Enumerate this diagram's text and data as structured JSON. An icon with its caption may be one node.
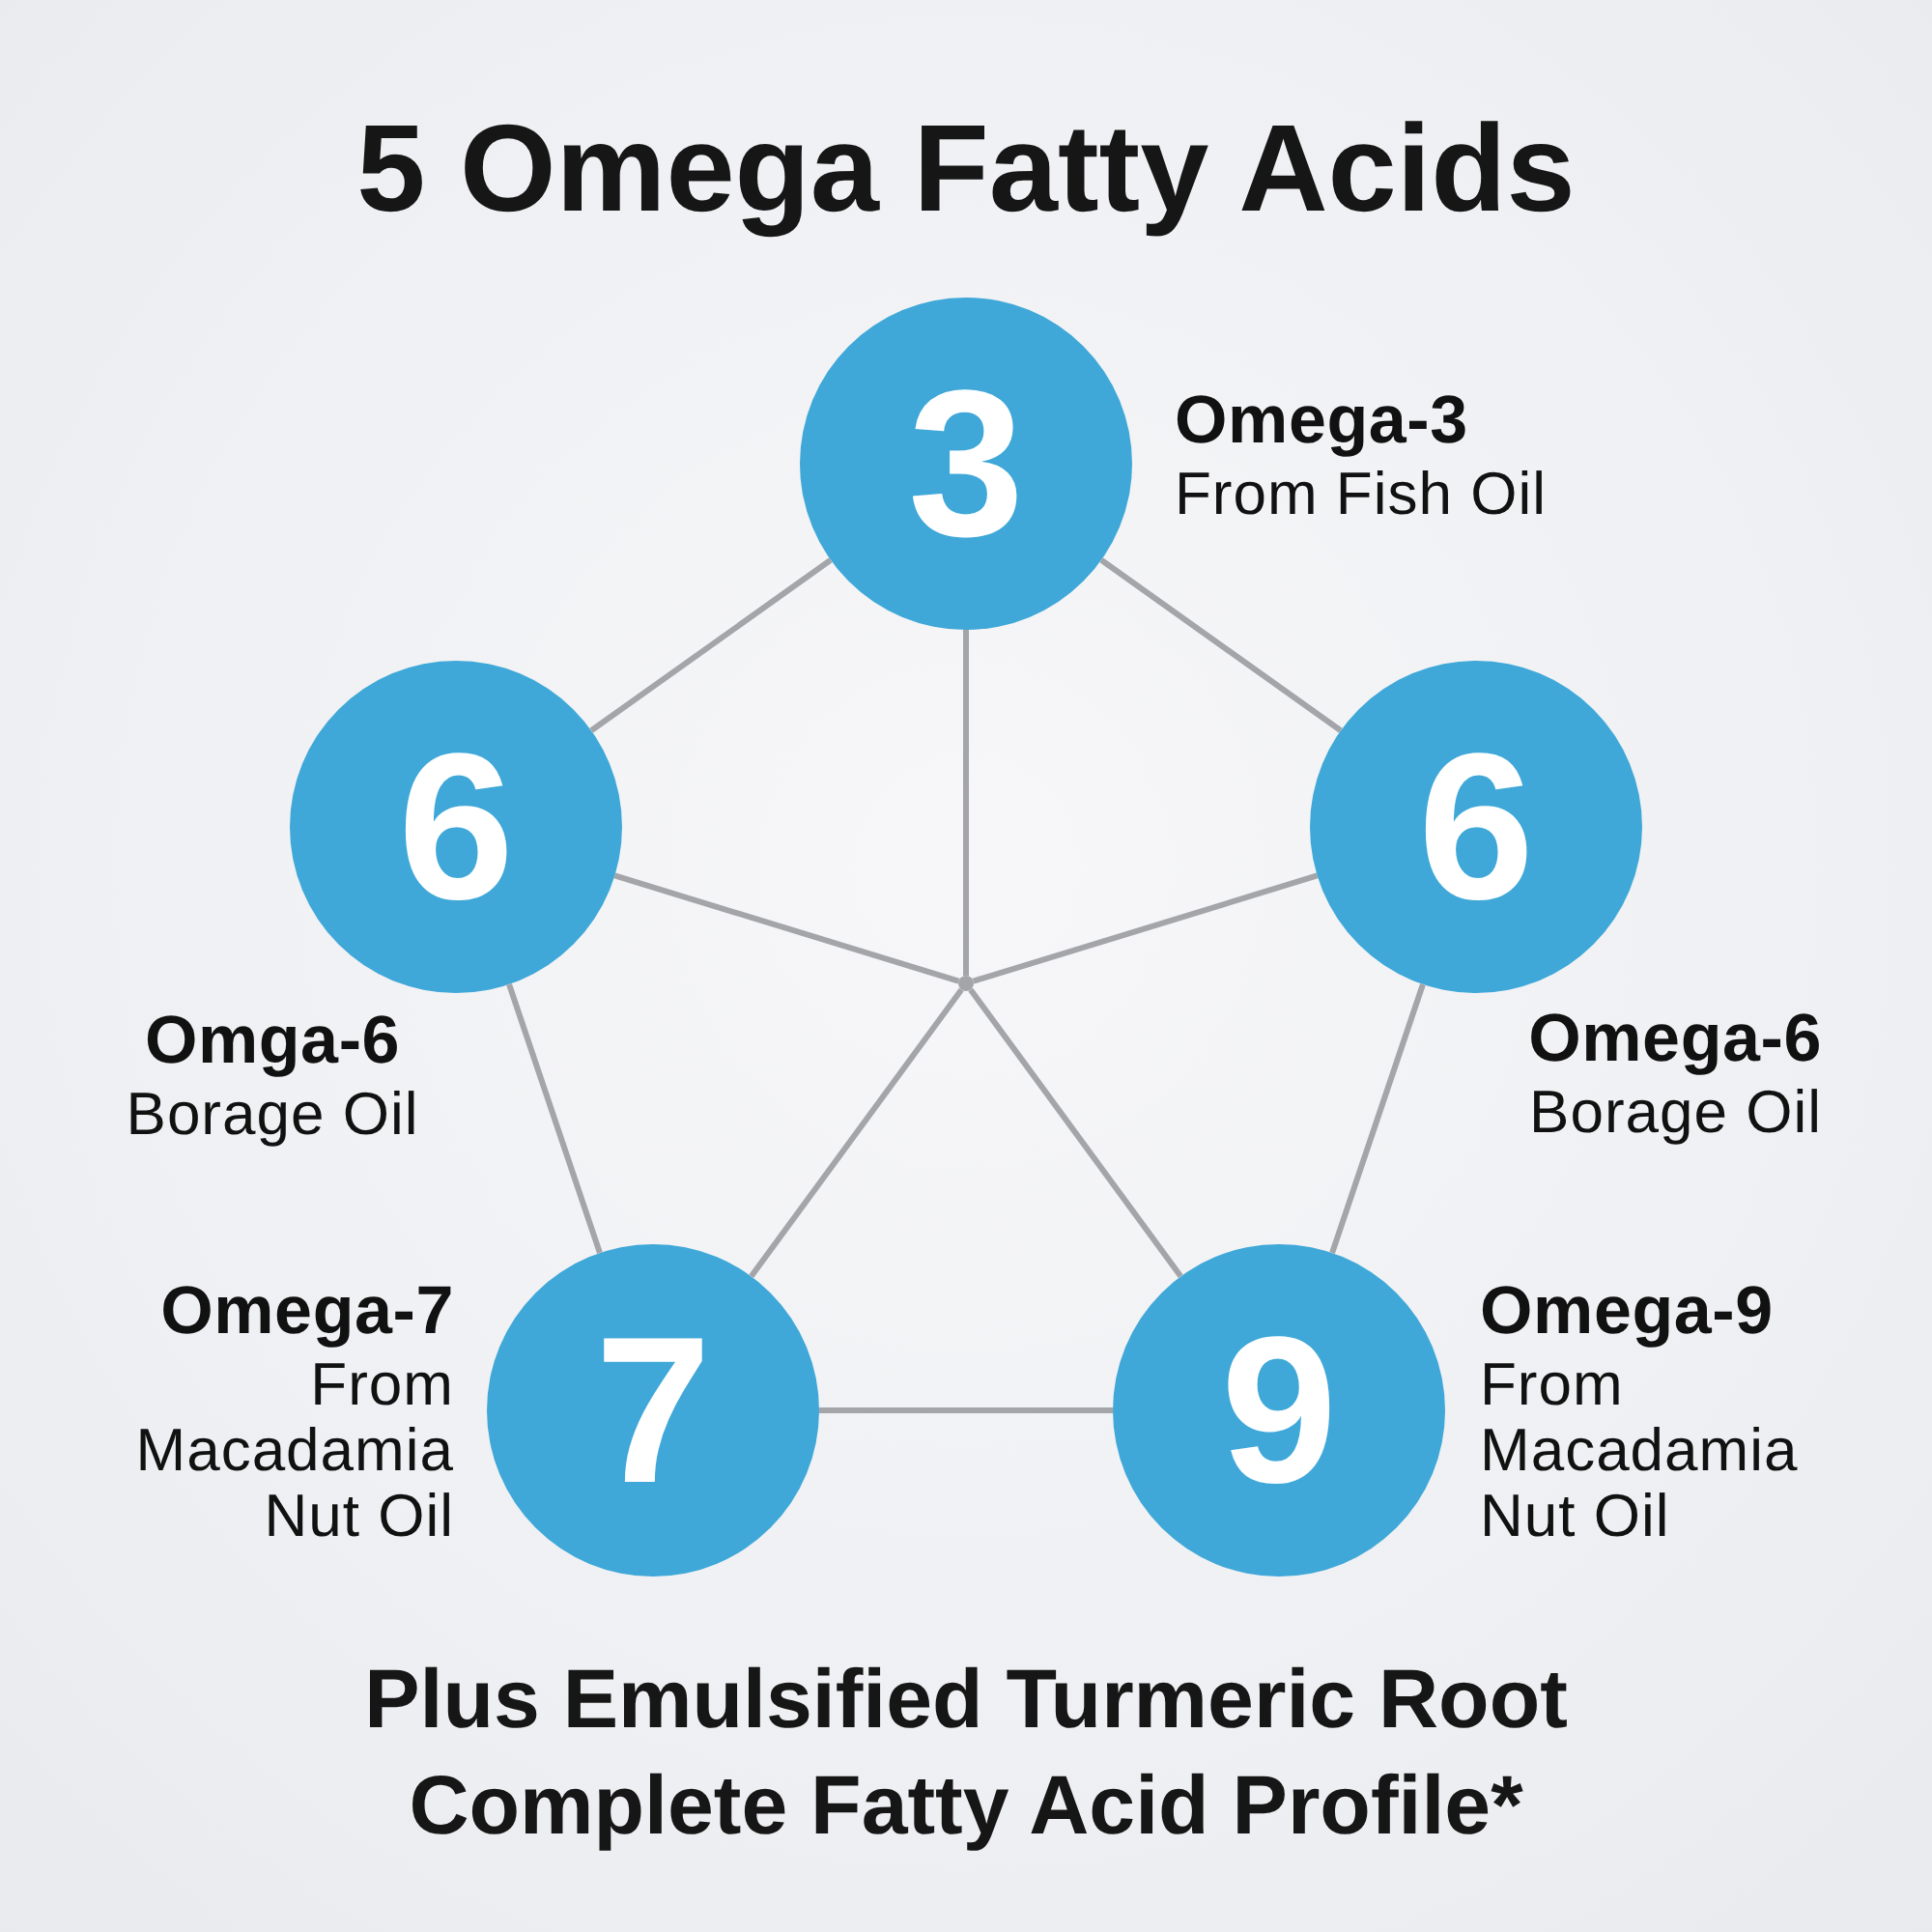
{
  "diagram": {
    "title": "5 Omega Fatty Acids",
    "caption": "Plus Emulsified Turmeric Root Complete Fatty Acid Profile*",
    "nodes": [
      {
        "text": [
          "3"
        ],
        "beside": [
          "Omega-3",
          "From Fish Oil"
        ]
      },
      {
        "text": [
          "6"
        ],
        "beside": [
          "Omga-6",
          "Borage Oil"
        ]
      },
      {
        "text": [
          "6"
        ],
        "beside": [
          "Omega-6",
          "Borage Oil"
        ]
      },
      {
        "text": [],
        "shape": "dot"
      },
      {
        "text": [
          "7"
        ],
        "beside": [
          "Omega-7",
          "From Macadamia Nut Oil"
        ]
      },
      {
        "text": [
          "9"
        ],
        "beside": [
          "Omega-9",
          "From Macadamia Nut Oil"
        ]
      }
    ],
    "edges": [
      {
        "from": 0,
        "to": 1,
        "arrow": "none"
      },
      {
        "from": 0,
        "to": 2,
        "arrow": "none"
      },
      {
        "from": 1,
        "to": 4,
        "arrow": "none"
      },
      {
        "from": 2,
        "to": 5,
        "arrow": "none"
      },
      {
        "from": 4,
        "to": 5,
        "arrow": "none"
      },
      {
        "from": 0,
        "to": 3,
        "arrow": "none"
      },
      {
        "from": 1,
        "to": 3,
        "arrow": "none"
      },
      {
        "from": 2,
        "to": 3,
        "arrow": "none"
      },
      {
        "from": 4,
        "to": 3,
        "arrow": "none"
      },
      {
        "from": 5,
        "to": 3,
        "arrow": "none"
      }
    ]
  }
}
